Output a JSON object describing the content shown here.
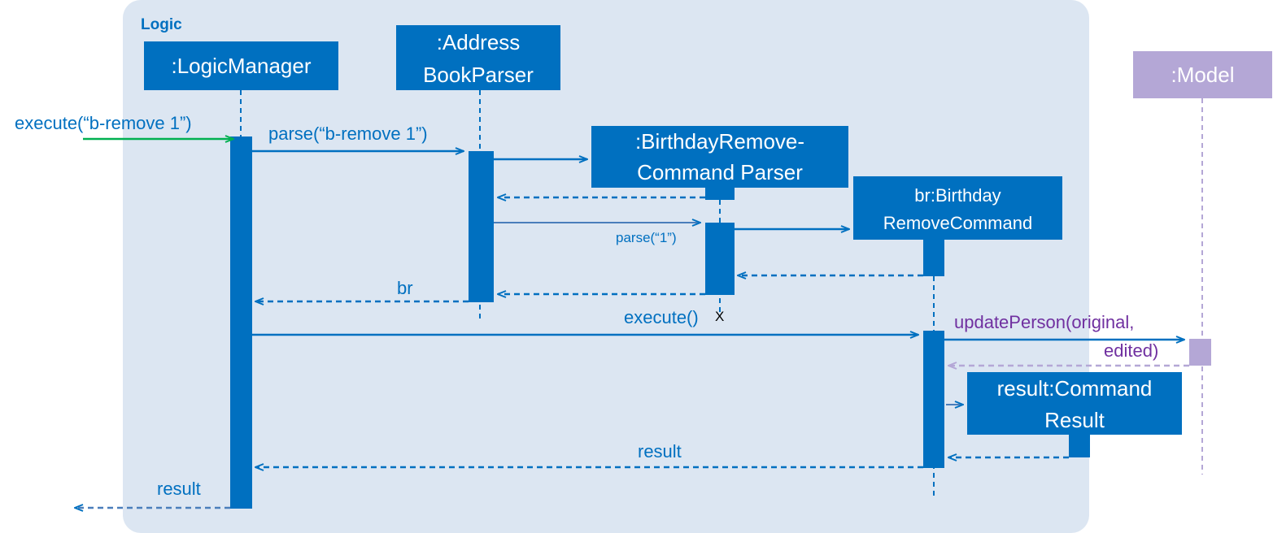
{
  "frame": {
    "title": "Logic"
  },
  "participants": {
    "logic_manager": {
      "label": ":LogicManager"
    },
    "address_book_parser": {
      "line1": ":Address",
      "line2": "BookParser"
    },
    "birthday_remove_command_parser": {
      "line1": ":BirthdayRemove-",
      "line2": "Command Parser"
    },
    "birthday_remove_command": {
      "line1": "br:Birthday",
      "line2": "RemoveCommand"
    },
    "command_result": {
      "line1": "result:Command",
      "line2": "Result"
    },
    "model": {
      "label": ":Model"
    }
  },
  "messages": {
    "execute_input": "execute(“b-remove 1”)",
    "parse_input": "parse(“b-remove 1”)",
    "parse_one": "parse(“1”)",
    "return_br": "br",
    "execute_call": "execute()",
    "destroy_mark": "X",
    "update_person_line1": "updatePerson(original,",
    "update_person_line2": "edited)",
    "return_result_inner": "result",
    "return_result_outer": "result"
  },
  "colors": {
    "frame_bg": "#dce6f2",
    "primary": "#0070c0",
    "model": "#b4a7d6",
    "model_text": "#7030a0",
    "entry_arrow": "#00b050",
    "white": "#ffffff"
  }
}
